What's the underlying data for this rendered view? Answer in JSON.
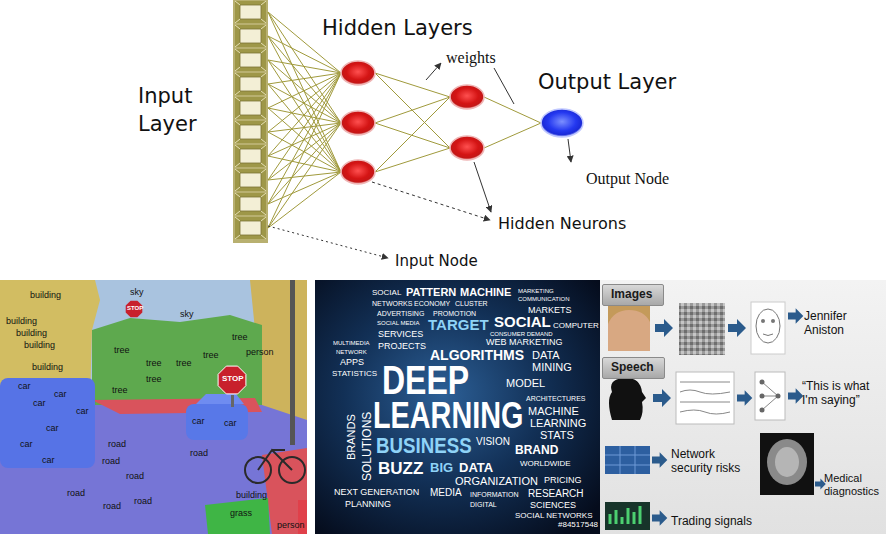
{
  "diagram": {
    "nodes": [
      {
        "text": [
          "Images"
        ]
      },
      {
        "text": [
          "Speech"
        ]
      }
    ],
    "labels": [
      "Input Layer",
      "Hidden Layers",
      "weights",
      "Output Layer",
      "Output Node",
      "Hidden Neurons",
      "Input Node",
      "building",
      "sky",
      "sky",
      "building",
      "building",
      "building",
      "building",
      "tree",
      "tree",
      "tree",
      "tree",
      "tree",
      "person",
      "tree",
      "tree",
      "car",
      "car",
      "car",
      "car",
      "car",
      "car",
      "car",
      "car",
      "car",
      "road",
      "road",
      "road",
      "road",
      "road",
      "road",
      "road",
      "building",
      "grass",
      "person",
      "STOP",
      "STOP",
      "SOCIAL",
      "PATTERN",
      "MACHINE",
      "MARKETING",
      "COMMUNICATION",
      "NETWORKS",
      "ECONOMY",
      "CLUSTER",
      "MARKETS",
      "ADVERTISING",
      "PROMOTION",
      "SOCIAL MEDIA",
      "TARGET",
      "SOCIAL",
      "COMPUTER",
      "SERVICES",
      "CONSUMER DEMAND",
      "WEB MARKETING",
      "PROJECTS",
      "MULTIMEDIA",
      "NETWORK",
      "ALGORITHMS",
      "DATA",
      "MINING",
      "APPS",
      "STATISTICS",
      "DEEP",
      "MODEL",
      "LEARNING",
      "ARCHITECTURES",
      "MACHINE",
      "LEARNING",
      "STATS",
      "BUSINESS",
      "VISION",
      "BRAND",
      "BRANDS",
      "SOLUTIONS",
      "BUZZ",
      "BIG",
      "DATA",
      "WORLDWIDE",
      "ORGANIZATION",
      "PRICING",
      "RESEARCH",
      "SCIENCES",
      "SOCIAL NETWORKS",
      "NEXT GENERATION",
      "MEDIA",
      "PLANNING",
      "INFORMATION",
      "DIGITAL",
      "#84517548",
      "Jennifer Aniston",
      "“This is what I'm saying”",
      "Network security risks",
      "Medical diagnostics",
      "Trading signals"
    ]
  }
}
